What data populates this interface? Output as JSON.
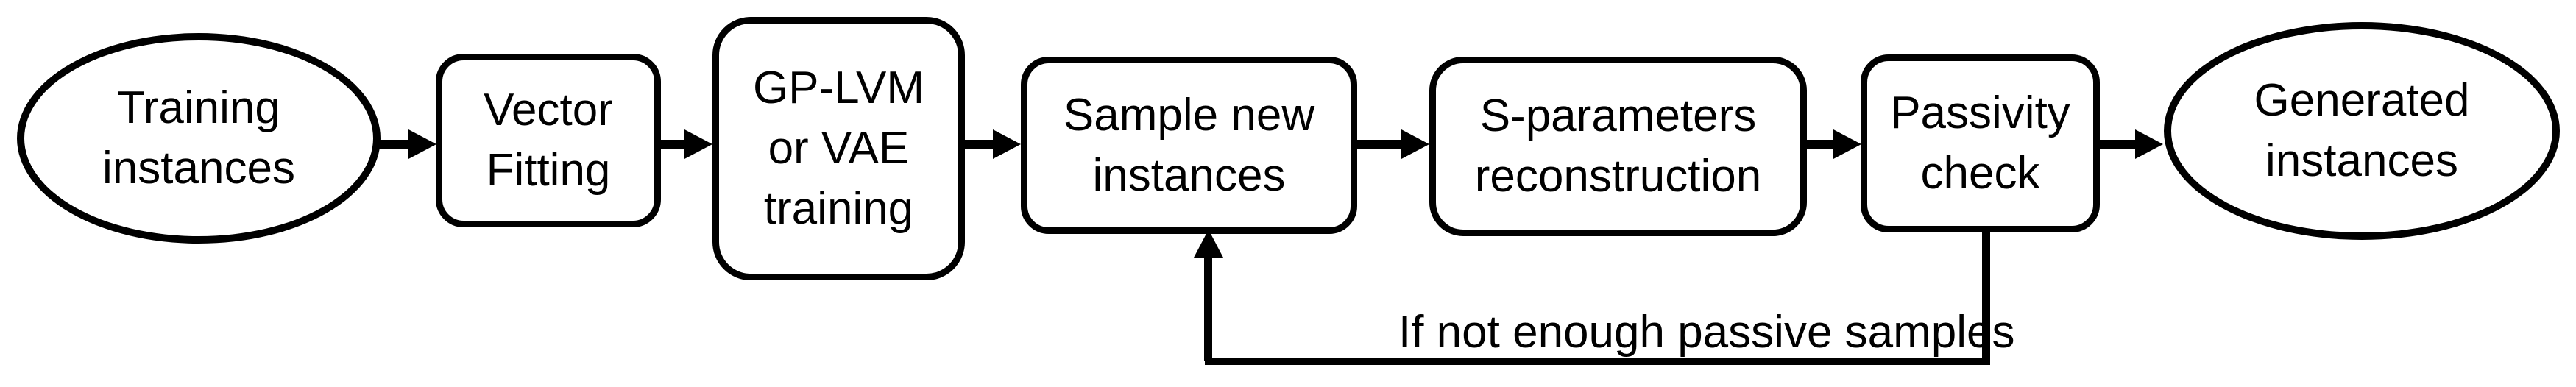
{
  "diagram": {
    "background": "#ffffff",
    "stroke_color": "#000000",
    "nodes": [
      {
        "id": "training-instances",
        "shape": "ellipse",
        "label": "Training\ninstances"
      },
      {
        "id": "vector-fitting",
        "shape": "rounded-rect",
        "label": "Vector\nFitting"
      },
      {
        "id": "gplvm-vae-training",
        "shape": "rounded-rect",
        "label": "GP-LVM\nor VAE\ntraining"
      },
      {
        "id": "sample-new-instances",
        "shape": "rounded-rect",
        "label": "Sample new\ninstances"
      },
      {
        "id": "s-parameters-reconstruction",
        "shape": "rounded-rect",
        "label": "S-parameters\nreconstruction"
      },
      {
        "id": "passivity-check",
        "shape": "rounded-rect",
        "label": "Passivity\ncheck"
      },
      {
        "id": "generated-instances",
        "shape": "ellipse",
        "label": "Generated\ninstances"
      }
    ],
    "edges": [
      {
        "from": "training-instances",
        "to": "vector-fitting",
        "label": ""
      },
      {
        "from": "vector-fitting",
        "to": "gplvm-vae-training",
        "label": ""
      },
      {
        "from": "gplvm-vae-training",
        "to": "sample-new-instances",
        "label": ""
      },
      {
        "from": "sample-new-instances",
        "to": "s-parameters-reconstruction",
        "label": ""
      },
      {
        "from": "s-parameters-reconstruction",
        "to": "passivity-check",
        "label": ""
      },
      {
        "from": "passivity-check",
        "to": "generated-instances",
        "label": ""
      },
      {
        "from": "passivity-check",
        "to": "sample-new-instances",
        "type": "feedback",
        "label": "If not enough passive samples"
      }
    ]
  }
}
